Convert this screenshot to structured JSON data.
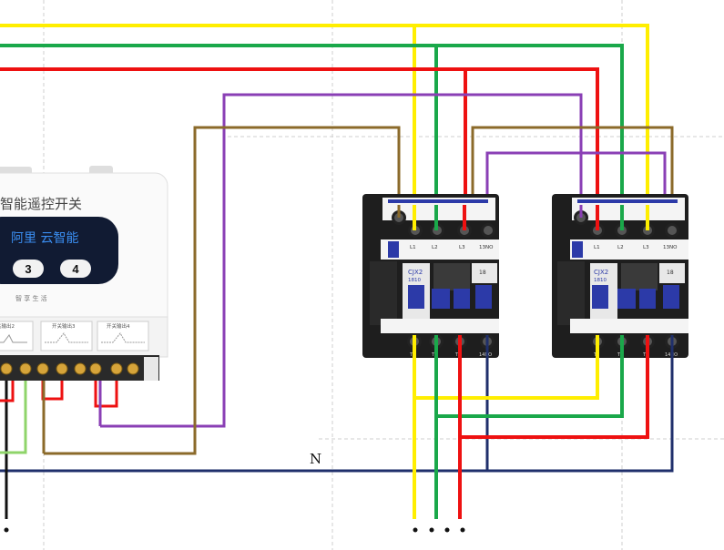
{
  "module": {
    "title": "智能遥控开关",
    "brand": "阿里 云智能",
    "button_3": "3",
    "button_4": "4",
    "slogan": "智 享 生 活",
    "output_labels": [
      "关输出2",
      "开关输出3",
      "开关输出4"
    ]
  },
  "contactor_left": {
    "model": "CJX2",
    "model_sub": "1810",
    "top_terminals": [
      "L1",
      "L2",
      "L3",
      "13NO"
    ],
    "bottom_terminals": [
      "T1",
      "T2",
      "T3",
      "14NO"
    ],
    "rating": "18"
  },
  "contactor_right": {
    "model": "CJX2",
    "model_sub": "1810",
    "top_terminals": [
      "L1",
      "L2",
      "L3",
      "13NO"
    ],
    "bottom_terminals": [
      "T1",
      "T2",
      "T3",
      "14NO"
    ],
    "rating": "18"
  },
  "neutral_label": "N",
  "colors": {
    "yellow": "#ffee00",
    "green": "#1aa84a",
    "red": "#ee1111",
    "purple": "#8a3fb5",
    "brown": "#8b6a2a",
    "navy": "#1f2f6b",
    "black": "#111111",
    "lightgreen": "#8fd46a",
    "grid": "#c8c8c8",
    "contactor_blue": "#2c3aa8"
  }
}
